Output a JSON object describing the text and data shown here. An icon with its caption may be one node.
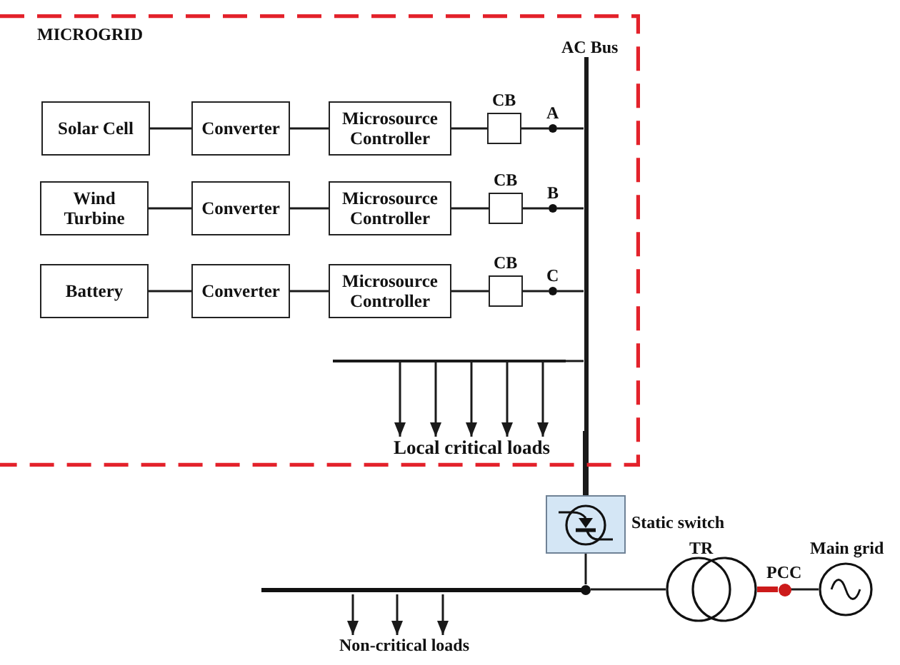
{
  "diagram": {
    "nodes": [
      {
        "text": [
          "MICROGRID"
        ]
      },
      {
        "text": [],
        "shape": "bar",
        "beside": [
          "AC Bus"
        ],
        "in": 0
      },
      {
        "text": [
          "Solar Cell"
        ],
        "in": 0
      },
      {
        "text": [
          "Converter"
        ],
        "in": 0
      },
      {
        "text": [
          "Microsource Controller"
        ],
        "in": 0
      },
      {
        "text": [],
        "shape": "box",
        "beside": [
          "CB"
        ],
        "in": 0
      },
      {
        "text": [],
        "shape": "circle",
        "beside": [
          "A"
        ],
        "in": 0
      },
      {
        "text": [
          "Wind Turbine"
        ],
        "in": 0
      },
      {
        "text": [
          "Converter"
        ],
        "in": 0
      },
      {
        "text": [
          "Microsource Controller"
        ],
        "in": 0
      },
      {
        "text": [],
        "shape": "box",
        "beside": [
          "CB"
        ],
        "in": 0
      },
      {
        "text": [],
        "shape": "circle",
        "beside": [
          "B"
        ],
        "in": 0
      },
      {
        "text": [
          "Battery"
        ],
        "in": 0
      },
      {
        "text": [
          "Converter"
        ],
        "in": 0
      },
      {
        "text": [
          "Microsource Controller"
        ],
        "in": 0
      },
      {
        "text": [],
        "shape": "box",
        "beside": [
          "CB"
        ],
        "in": 0
      },
      {
        "text": [],
        "shape": "circle",
        "beside": [
          "C"
        ],
        "in": 0
      },
      {
        "text": [],
        "shape": "bar",
        "in": 0
      },
      {
        "text": [
          "Local critical loads"
        ],
        "in": 0
      },
      {
        "text": [],
        "shape": "box",
        "beside": [
          "Static switch"
        ]
      },
      {
        "text": [],
        "shape": "bar"
      },
      {
        "text": [],
        "shape": "circle",
        "beside": [
          "TR"
        ]
      },
      {
        "text": [],
        "shape": "circle",
        "beside": [
          "PCC"
        ]
      },
      {
        "text": [],
        "shape": "circle",
        "beside": [
          "Main grid"
        ]
      },
      {
        "text": [
          "Non-critical loads"
        ]
      }
    ],
    "edges": [
      {
        "from": 2,
        "to": 3,
        "arrow": "none"
      },
      {
        "from": 3,
        "to": 4,
        "arrow": "none"
      },
      {
        "from": 4,
        "to": 5,
        "arrow": "none"
      },
      {
        "from": 5,
        "to": 6,
        "arrow": "none"
      },
      {
        "from": 6,
        "to": 1,
        "arrow": "none"
      },
      {
        "from": 7,
        "to": 8,
        "arrow": "none"
      },
      {
        "from": 8,
        "to": 9,
        "arrow": "none"
      },
      {
        "from": 9,
        "to": 10,
        "arrow": "none"
      },
      {
        "from": 10,
        "to": 11,
        "arrow": "none"
      },
      {
        "from": 11,
        "to": 1,
        "arrow": "none"
      },
      {
        "from": 12,
        "to": 13,
        "arrow": "none"
      },
      {
        "from": 13,
        "to": 14,
        "arrow": "none"
      },
      {
        "from": 14,
        "to": 15,
        "arrow": "none"
      },
      {
        "from": 15,
        "to": 16,
        "arrow": "none"
      },
      {
        "from": 16,
        "to": 1,
        "arrow": "none"
      },
      {
        "from": 1,
        "to": 17,
        "arrow": "none"
      },
      {
        "from": 17,
        "to": 18,
        "arrow": "to"
      },
      {
        "from": 17,
        "to": 18,
        "arrow": "to"
      },
      {
        "from": 17,
        "to": 18,
        "arrow": "to"
      },
      {
        "from": 17,
        "to": 18,
        "arrow": "to"
      },
      {
        "from": 17,
        "to": 18,
        "arrow": "to"
      },
      {
        "from": 1,
        "to": 19,
        "arrow": "none",
        "style": "thick"
      },
      {
        "from": 19,
        "to": 20,
        "arrow": "none"
      },
      {
        "from": 20,
        "to": 24,
        "arrow": "to"
      },
      {
        "from": 20,
        "to": 24,
        "arrow": "to"
      },
      {
        "from": 20,
        "to": 24,
        "arrow": "to"
      },
      {
        "from": 20,
        "to": 21,
        "arrow": "none"
      },
      {
        "from": 21,
        "to": 22,
        "arrow": "none",
        "style": "thick",
        "color": "#cc1a1a"
      },
      {
        "from": 22,
        "to": 23,
        "arrow": "none"
      }
    ]
  }
}
